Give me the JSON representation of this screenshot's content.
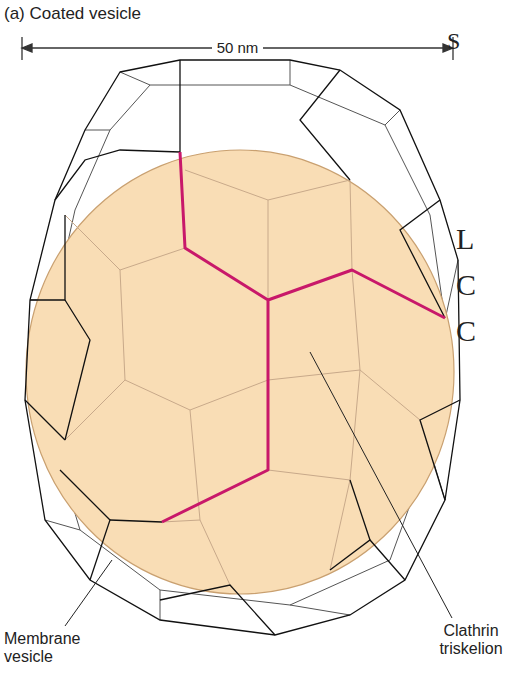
{
  "diagram": {
    "labels": [
      "(a) Coated vesicle",
      "50 nm",
      "S",
      "L",
      "C",
      "C",
      "Membrane vesicle",
      "Clathrin triskelion"
    ]
  }
}
